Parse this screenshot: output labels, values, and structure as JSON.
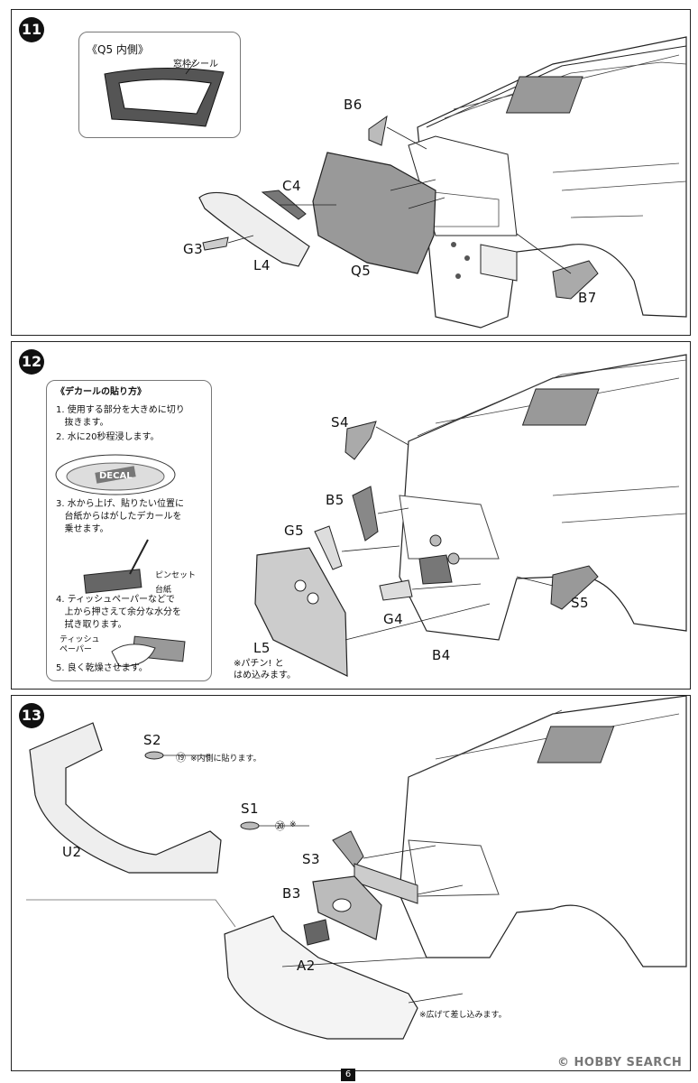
{
  "step11": {
    "number": "11",
    "inset_title": "《Q5 内側》",
    "inset_label": "窓枠シール",
    "parts": {
      "b6": "B6",
      "c4": "C4",
      "g3": "G3",
      "l4": "L4",
      "q5": "Q5",
      "b7": "B7"
    }
  },
  "step12": {
    "number": "12",
    "decal_title": "《デカールの貼り方》",
    "decal_steps": [
      "1. 使用する部分を大きめに切り\n   抜きます。",
      "2. 水に20秒程浸します。",
      "3. 水から上げ、貼りたい位置に\n   台紙からはがしたデカールを\n   乗せます。",
      "4. ティッシュペーパーなどで\n   上から押さえて余分な水分を\n   拭き取ります。",
      "5. 良く乾燥させます。"
    ],
    "decal_word": "DECAL",
    "tweezers_label": "ピンセット",
    "backing_label": "台紙",
    "tissue_label": "ティッシュ\nペーパー",
    "parts": {
      "s4": "S4",
      "b5": "B5",
      "g5": "G5",
      "g4": "G4",
      "l5": "L5",
      "b4": "B4",
      "s5": "S5"
    },
    "note_l5": "※パチン! と\nはめ込みます。"
  },
  "step13": {
    "number": "13",
    "parts": {
      "s2": "S2",
      "s1": "S1",
      "u2": "U2",
      "s3": "S3",
      "b3": "B3",
      "a2": "A2"
    },
    "decal_19": "⑲",
    "decal_20": "⑳",
    "note_s2": "※内側に貼ります。",
    "note_s1": "※",
    "note_bumper": "※広げて差し込みます。"
  },
  "footer": {
    "page": "6",
    "watermark": "© HOBBY SEARCH"
  }
}
